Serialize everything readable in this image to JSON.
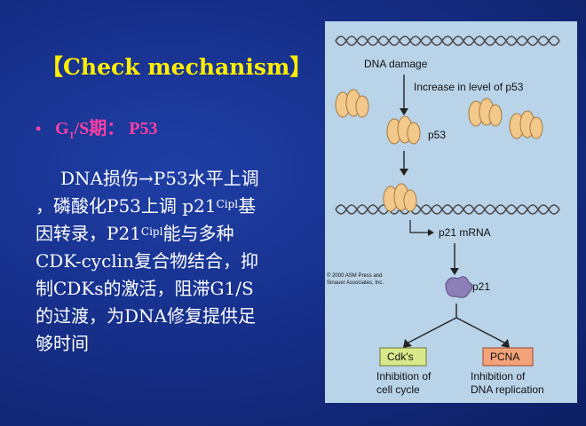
{
  "slide": {
    "title": "【Check mechanism】",
    "bullet": {
      "marker": "•",
      "g": "G",
      "g_sub": "1",
      "rest": "/S期： P53"
    },
    "body": {
      "l1": "DNA损伤→P53水平上调",
      "l2a": "，磷酸化P53上调 p21",
      "l2sup": "Cipl",
      "l2b": "基",
      "l3a": "因转录，P21",
      "l3sup": "Cipl",
      "l3b": "能与多种",
      "l4": "CDK-cyclin复合物结合，抑",
      "l5": "制CDKs的激活，阻滞G1/S",
      "l6": "的过渡，为DNA修复提供足",
      "l7": "够时间"
    }
  },
  "figure": {
    "dna_damage": "DNA damage",
    "increase": "Increase in level of p53",
    "p53": "p53",
    "p21_mrna": "p21 mRNA",
    "p21": "p21",
    "copyright_1": "© 2000 ASM Press and",
    "copyright_2": "Sinauer Associates, Inc.",
    "cdks": "Cdk's",
    "pcna": "PCNA",
    "inhib_cell_1": "Inhibition of",
    "inhib_cell_2": "cell cycle",
    "inhib_dna_1": "Inhibition of",
    "inhib_dna_2": "DNA replication",
    "colors": {
      "panel": "#b9d3e8",
      "protein": "#f2c98a",
      "p21": "#8c7fb8",
      "cdk_box": "#d9e98a",
      "pcna_box": "#f4a27a"
    }
  }
}
